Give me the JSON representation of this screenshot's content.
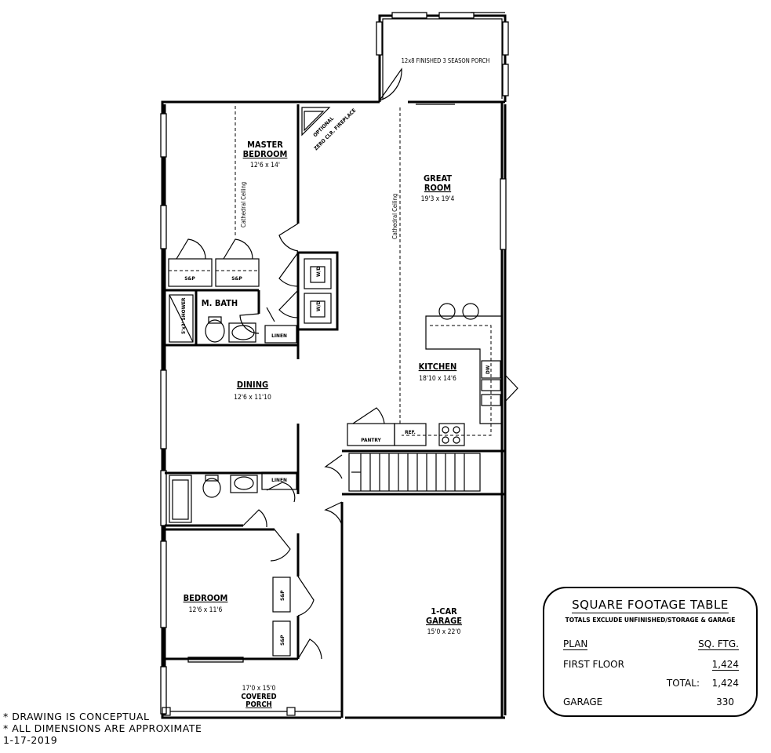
{
  "rooms": {
    "porch3": {
      "name": "12x8 FINISHED 3 SEASON PORCH"
    },
    "master": {
      "name1": "MASTER",
      "name2": "BEDROOM",
      "dim": "12'6 x 14'",
      "ceiling": "Cathedral Ceiling"
    },
    "fireplace": {
      "line1": "OPTIONAL",
      "line2": "ZERO CLR. FIREPLACE"
    },
    "great": {
      "name1": "GREAT",
      "name2": "ROOM",
      "dim": "19'3 x 19'4",
      "ceiling": "Cathedral Ceiling"
    },
    "mbath": {
      "name": "M. BATH",
      "shower": "5'x3' SHOWER"
    },
    "dining": {
      "name": "DINING",
      "dim": "12'6 x 11'10"
    },
    "kitchen": {
      "name": "KITCHEN",
      "dim": "18'10 x 14'6"
    },
    "bedroom": {
      "name": "BEDROOM",
      "dim": "12'6 x 11'6"
    },
    "garage": {
      "name1": "1-CAR",
      "name2": "GARAGE",
      "dim": "15'0 x 22'0"
    },
    "covered": {
      "dim": "17'0 x 15'0",
      "name1": "COVERED",
      "name2": "PORCH"
    }
  },
  "fixtures": {
    "sip": "S&P",
    "wd": "W/D",
    "linen": "LINEN",
    "pantry": "PANTRY",
    "ref": "REF.",
    "dw": "DW"
  },
  "sqft_table": {
    "title": "SQUARE FOOTAGE TABLE",
    "subtitle": "TOTALS EXCLUDE UNFINISHED/STORAGE & GARAGE",
    "col_plan": "PLAN",
    "col_sqft": "SQ. FTG.",
    "first_floor_label": "FIRST FLOOR",
    "first_floor_value": "1,424",
    "total_label": "TOTAL:",
    "total_value": "1,424",
    "garage_label": "GARAGE",
    "garage_value": "330"
  },
  "notes": {
    "line1": "* DRAWING IS CONCEPTUAL",
    "line2": "* ALL DIMENSIONS ARE APPROXIMATE",
    "date": "1-17-2019"
  }
}
